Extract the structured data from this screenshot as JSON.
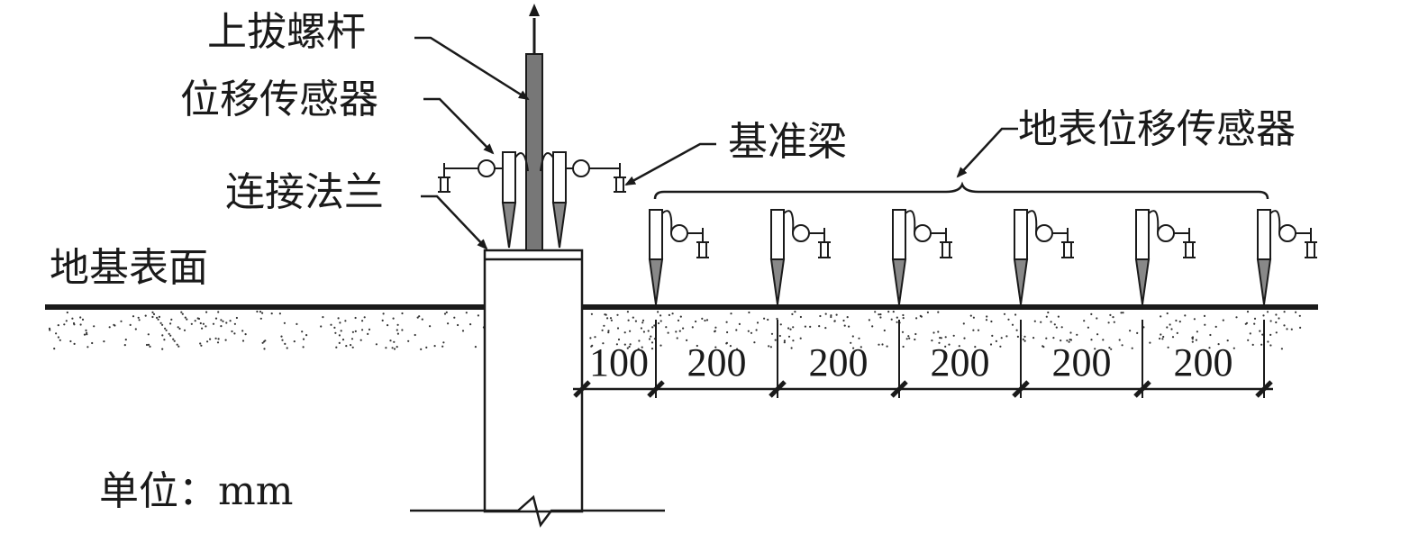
{
  "labels": {
    "uplift_bolt": "上拔螺杆",
    "displacement_sensor": "位移传感器",
    "reference_beam": "基准梁",
    "ground_sensors": "地表位移传感器",
    "connection_flange": "连接法兰",
    "ground_surface": "地基表面",
    "unit": "单位：mm"
  },
  "dimensions": [
    "100",
    "200",
    "200",
    "200",
    "200",
    "200"
  ],
  "colors": {
    "line": "#1a1a1a",
    "bolt_fill": "#777777",
    "tip_fill": "#888888"
  }
}
